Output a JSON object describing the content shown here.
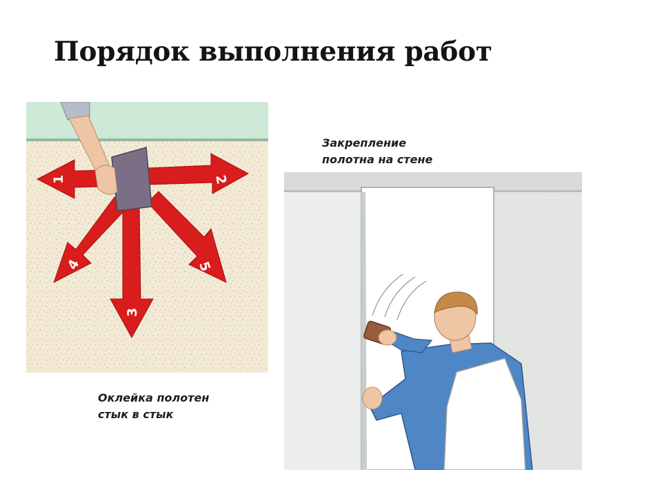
{
  "slide": {
    "title": "Порядок выполнения работ"
  },
  "captions": {
    "right": {
      "line1": "Закрепление",
      "line2": "полотна на стене"
    },
    "left": {
      "line1": "Оклейка полотен",
      "line2": "стык в стык"
    }
  },
  "left_illustration": {
    "arrows": [
      {
        "number": "1"
      },
      {
        "number": "2"
      },
      {
        "number": "3"
      },
      {
        "number": "4"
      },
      {
        "number": "5"
      }
    ],
    "arrow_color": "#d91c1c",
    "wall_color": "#f3ead6",
    "ceiling_color": "#cfe9d9",
    "tool_color": "#7a6f86"
  },
  "right_illustration": {
    "shirt_color": "#4f86c6",
    "wall_color": "#eceeed",
    "paper_color": "#ffffff",
    "brush_color": "#9a5b3c"
  }
}
